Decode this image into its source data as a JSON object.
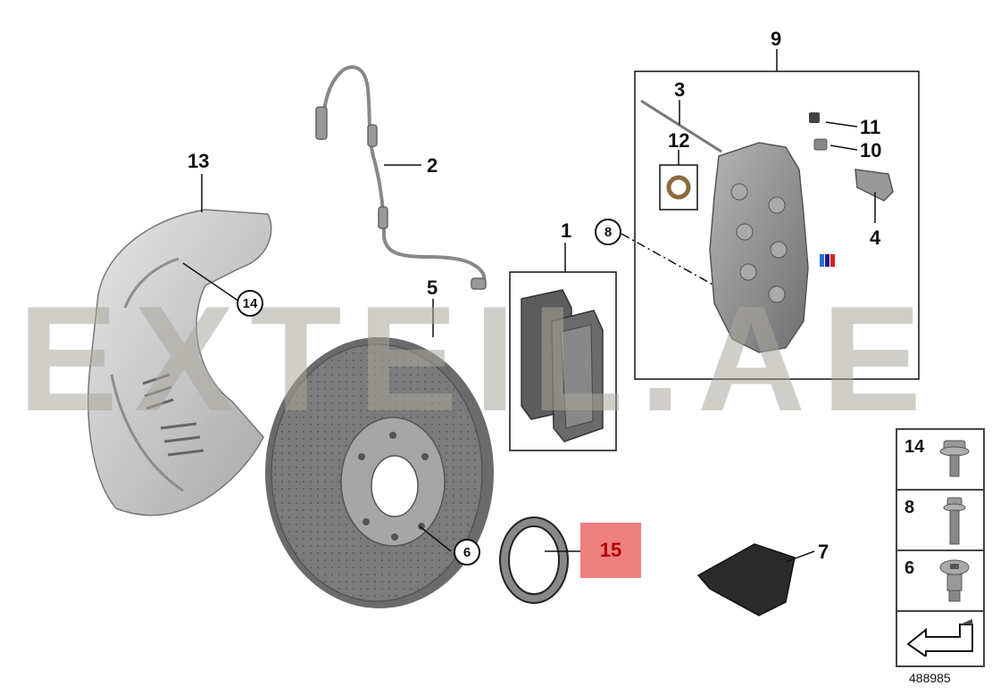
{
  "callouts": {
    "c1": "1",
    "c2": "2",
    "c3": "3",
    "c4": "4",
    "c5": "5",
    "c6": "6",
    "c7": "7",
    "c8": "8",
    "c9": "9",
    "c10": "10",
    "c11": "11",
    "c12": "12",
    "c13": "13",
    "c14": "14",
    "c15": "15"
  },
  "watermark": "EXTEIL.AE",
  "side_table": {
    "rows": [
      "14",
      "8",
      "6"
    ]
  },
  "image_number": "488985",
  "colors": {
    "highlight": "#f08080",
    "highlight_text": "#b00000",
    "part_grey": "#8a8a8a",
    "watermark": "#aaa59b"
  }
}
